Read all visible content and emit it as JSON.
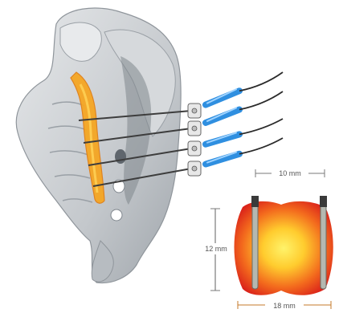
{
  "figure": {
    "label_width_top": "10 mm",
    "label_height": "12 mm",
    "label_width_bottom": "18 mm"
  },
  "colors": {
    "bone": "#c9ccd0",
    "bone_dark": "#8f959b",
    "nerve": "#f5a623",
    "probe_cable": "#2a2a2a",
    "probe_tip": "#2f8fe0",
    "lesion_outer": "#e3261b",
    "lesion_inner": "#ffe84a",
    "dimension_line": "#7a7a7a",
    "dimension_line_bottom": "#c47a2a"
  }
}
